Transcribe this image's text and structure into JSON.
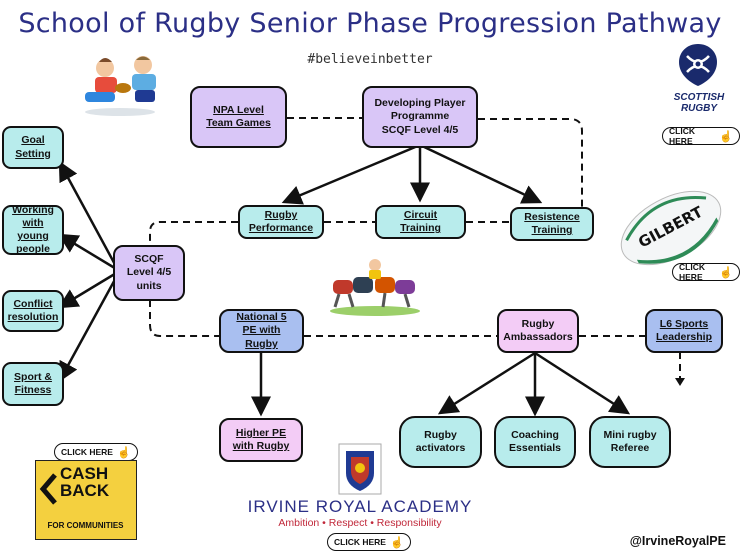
{
  "header": {
    "title": "School of Rugby Senior Phase Progression Pathway",
    "hashtag": "#believeinbetter"
  },
  "nodes": {
    "npa": [
      "NPA Level",
      "Team Games"
    ],
    "developing": [
      "Developing Player",
      "Programme",
      "SCQF Level 4/5"
    ],
    "rugby_performance": [
      "Rugby",
      "Performance"
    ],
    "circuit_training": [
      "Circuit",
      "Training"
    ],
    "resistence_training": [
      "Resistence",
      "Training"
    ],
    "scqf_units": [
      "SCQF",
      "Level 4/5",
      "units"
    ],
    "goal_setting": [
      "Goal",
      "Setting"
    ],
    "working_young": [
      "Working",
      "with young",
      "people"
    ],
    "conflict": [
      "Conflict",
      "resolution"
    ],
    "sport_fitness": [
      "Sport &",
      "Fitness"
    ],
    "national5": [
      "National 5",
      "PE with Rugby"
    ],
    "rugby_ambassadors": [
      "Rugby",
      "Ambassadors"
    ],
    "l6_sports": [
      "L6 Sports",
      "Leadership"
    ],
    "higher_pe": [
      "Higher PE",
      "with Rugby"
    ],
    "rugby_activators": [
      "Rugby",
      "activators"
    ],
    "coaching": [
      "Coaching",
      "Essentials"
    ],
    "mini_rugby": [
      "Mini rugby",
      "Referee"
    ]
  },
  "click_here_label": "CLICK HERE",
  "logos": {
    "scottish_rugby": [
      "SCOTTISH",
      "RUGBY"
    ],
    "cashback": [
      "CASH",
      "BACK"
    ],
    "cashback_sub": "FOR COMMUNITIES",
    "gilbert": "GILBERT"
  },
  "school": {
    "name": "IRVINE ROYAL ACADEMY",
    "motto": "Ambition • Respect • Responsibility"
  },
  "footer": {
    "handle": "@IrvineRoyalPE"
  },
  "colors": {
    "title": "#2b2f86",
    "purple_node": "#d9c6f7",
    "teal_node": "#b8ecec",
    "blue_node": "#a9bff0",
    "pink_node": "#f3ccf6",
    "motto": "#c0283a",
    "cashback": "#f4d03f"
  }
}
